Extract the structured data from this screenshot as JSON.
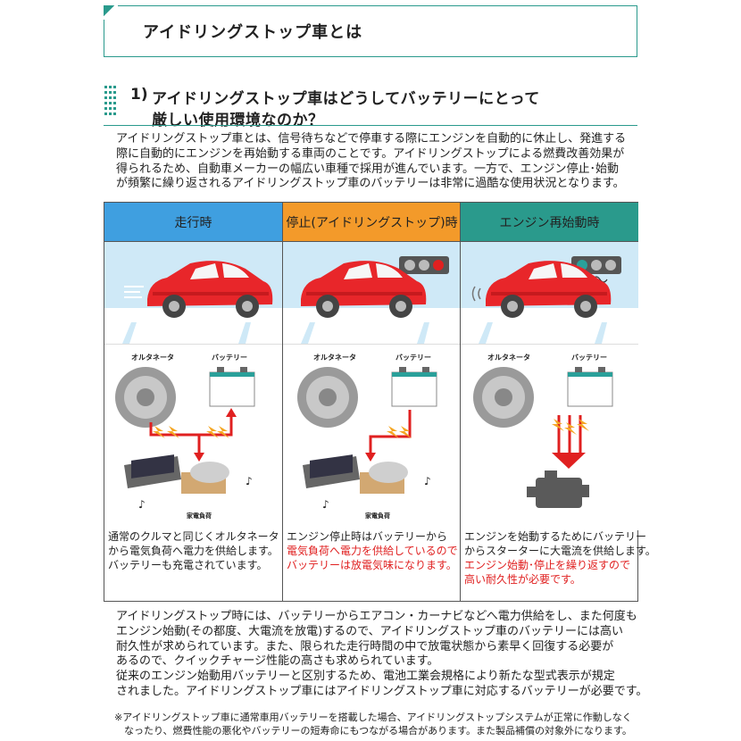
{
  "header": {
    "title": "アイドリングストップ車とは"
  },
  "section": {
    "number": "1)",
    "line1": "アイドリングストップ車はどうしてバッテリーにとって",
    "line2": "厳しい使用環境なのか？"
  },
  "intro": [
    "アイドリングストップ車とは、信号待ちなどで停車する際にエンジンを自動的に休止し、発進する",
    "際に自動的にエンジンを再始動する車両のことです。アイドリングストップによる燃費改善効果が",
    "得られるため、自動車メーカーの幅広い車種で採用が進んでいます。一方で、エンジン停止･始動",
    "が頻繁に繰り返されるアイドリングストップ車のバッテリーは非常に過酷な使用状況となります。"
  ],
  "columns": [
    {
      "header": "走行時",
      "header_color": "#3f9fe0",
      "alternator_label": "オルタネータ",
      "battery_label": "バッテリー",
      "load_label": "家電負荷",
      "desc": [
        "通常のクルマと同じくオルタネータ",
        "から電気負荷へ電力を供給します。",
        "バッテリーも充電されています。"
      ],
      "desc_red": []
    },
    {
      "header": "停止(アイドリングストップ)時",
      "header_color": "#f39a2a",
      "alternator_label": "オルタネータ",
      "battery_label": "バッテリー",
      "load_label": "家電負荷",
      "desc": [
        "エンジン停止時はバッテリーから"
      ],
      "desc_red": [
        "電気負荷へ電力を供給しているので",
        "バッテリーは放電気味になります。"
      ]
    },
    {
      "header": "エンジン再始動時",
      "header_color": "#2a9a8c",
      "alternator_label": "オルタネータ",
      "battery_label": "バッテリー",
      "desc": [
        "エンジンを始動するためにバッテリー",
        "からスターターに大電流を供給します。"
      ],
      "desc_red": [
        "エンジン始動･停止を繰り返すので",
        "高い耐久性が必要です。"
      ]
    }
  ],
  "body2": [
    "アイドリングストップ時には、バッテリーからエアコン・カーナビなどへ電力供給をし、また何度も",
    "エンジン始動(その都度、大電流を放電)するので、アイドリングストップ車のバッテリーには高い",
    "耐久性が求められています。また、限られた走行時間の中で放電状態から素早く回復する必要が",
    "あるので、クイックチャージ性能の高さも求められています。",
    "従来のエンジン始動用バッテリーと区別するため、電池工業会規格により新たな型式表示が規定",
    "されました。アイドリングストップ車にはアイドリングストップ車に対応するバッテリーが必要です。"
  ],
  "note": [
    "※アイドリングストップ車に通常車用バッテリーを搭載した場合、アイドリングストップシステムが正常に作動しなく",
    "　なったり、燃費性能の悪化やバッテリーの短寿命にもつながる場合があります。また製品補償の対象外になります。"
  ],
  "colors": {
    "accent": "#2a9a8c",
    "car": "#e8262a",
    "sky": "#cfe9f7",
    "warn": "#e02020",
    "arrow": "#f5a623"
  }
}
